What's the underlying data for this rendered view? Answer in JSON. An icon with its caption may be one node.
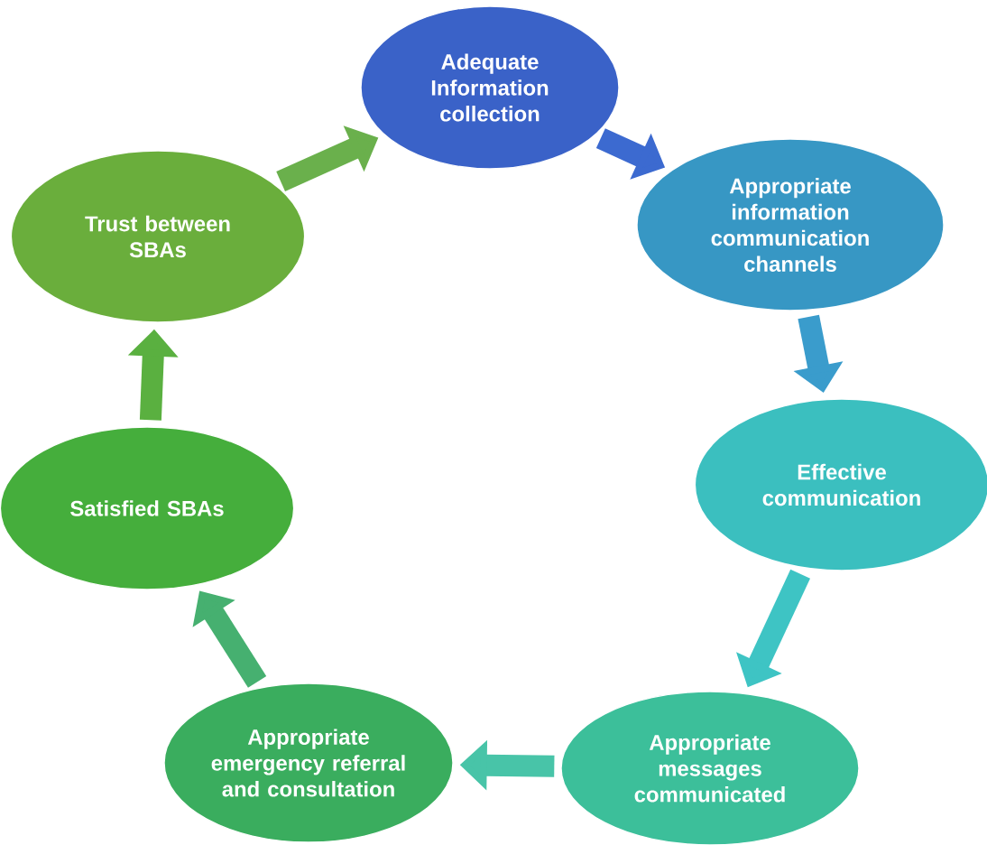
{
  "diagram": {
    "nodes": [
      {
        "text": [
          "Adequate Information collection"
        ]
      },
      {
        "text": [
          "Appropriate information communication channels"
        ]
      },
      {
        "text": [
          "Effective communication"
        ]
      },
      {
        "text": [
          "Appropriate messages communicated"
        ]
      },
      {
        "text": [
          "Appropriate emergency referral and consultation"
        ]
      },
      {
        "text": [
          "Satisfied SBAs"
        ]
      },
      {
        "text": [
          "Trust between SBAs"
        ]
      }
    ],
    "edges": [
      {
        "from": 0,
        "to": 1,
        "arrow": "to",
        "color": "#3c6ad0"
      },
      {
        "from": 1,
        "to": 2,
        "arrow": "to",
        "color": "#3a9ccc"
      },
      {
        "from": 2,
        "to": 3,
        "arrow": "to",
        "color": "#3ec4c4"
      },
      {
        "from": 3,
        "to": 4,
        "arrow": "to",
        "color": "#48c4a8"
      },
      {
        "from": 4,
        "to": 5,
        "arrow": "to",
        "color": "#46b070"
      },
      {
        "from": 5,
        "to": 6,
        "arrow": "to",
        "color": "#5ab040"
      },
      {
        "from": 6,
        "to": 0,
        "arrow": "to",
        "color": "#6ab04c"
      }
    ]
  }
}
